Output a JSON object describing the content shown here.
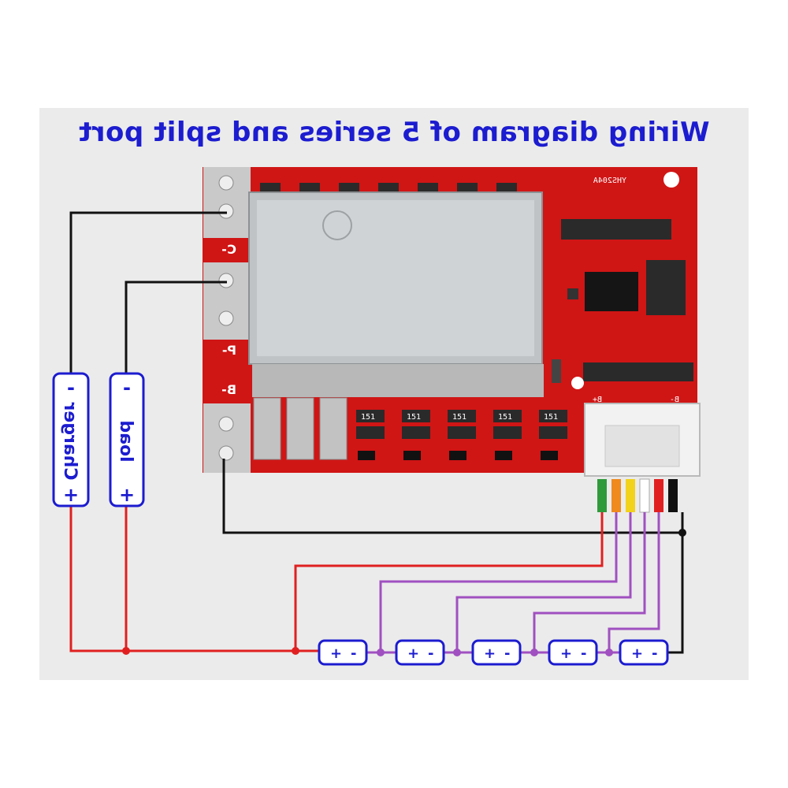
{
  "title": "Wiring diagram of 5 series and split port",
  "board": {
    "model": "YHS204A",
    "pads": {
      "c_minus": "C-",
      "p_minus": "P-",
      "b_minus": "B-"
    },
    "connector": {
      "b_plus": "B+",
      "b_minus": "B-"
    },
    "mosfet_marking": "151"
  },
  "charger": {
    "label": "Charger",
    "minus": "-",
    "plus": "+"
  },
  "load": {
    "label": "load",
    "minus": "-",
    "plus": "+"
  },
  "cells": [
    {
      "plus": "+",
      "minus": "-"
    },
    {
      "plus": "+",
      "minus": "-"
    },
    {
      "plus": "+",
      "minus": "-"
    },
    {
      "plus": "+",
      "minus": "-"
    },
    {
      "plus": "+",
      "minus": "-"
    }
  ],
  "colors": {
    "text_blue": "#1c1cd0",
    "wire_black": "#111111",
    "wire_red": "#e02020",
    "wire_purple": "#a050c0",
    "pcb_red": "#d01515",
    "panel_bg": "#ebebeb"
  }
}
